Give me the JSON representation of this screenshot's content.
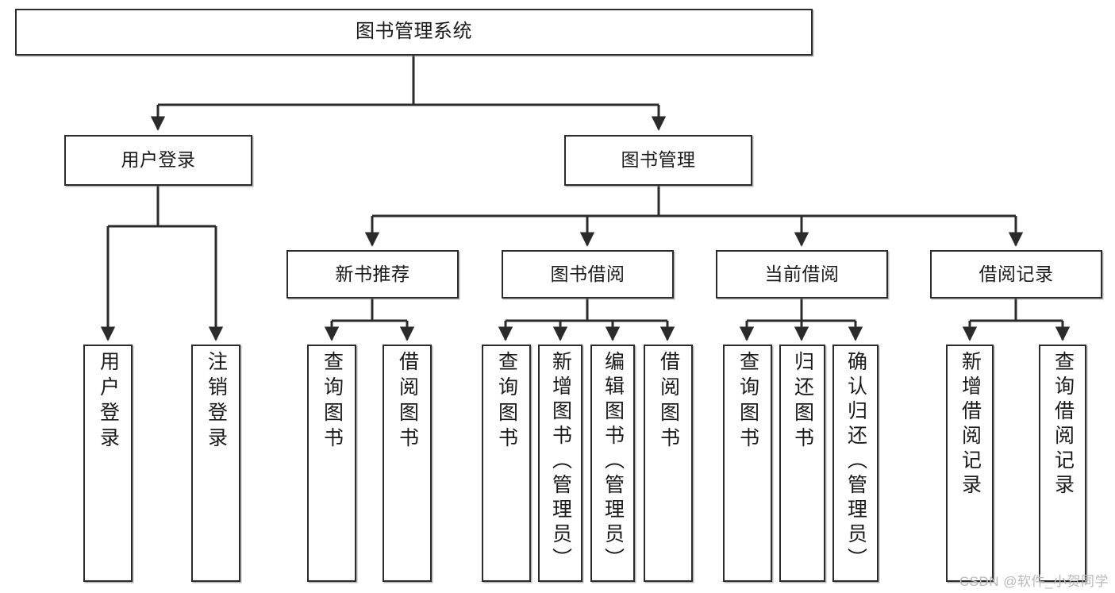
{
  "diagram": {
    "title": "图书管理系统",
    "type": "tree-hierarchy-diagram",
    "watermark": "CSDN @软件_小贺同学",
    "colors": {
      "box_border": "#2b2b2b",
      "box_fill": "#ffffff",
      "connector": "#2b2b2b",
      "text": "#1a1a1a",
      "watermark": "#b9b9b9"
    },
    "levels": {
      "root": {
        "label": "图书管理系统"
      },
      "level2": [
        {
          "label": "用户登录"
        },
        {
          "label": "图书管理"
        }
      ],
      "level3": [
        {
          "label": "新书推荐"
        },
        {
          "label": "图书借阅"
        },
        {
          "label": "当前借阅"
        },
        {
          "label": "借阅记录"
        }
      ],
      "leaves": {
        "user_login": [
          {
            "label": "用户登录"
          },
          {
            "label": "注销登录"
          }
        ],
        "new_book_recommend": [
          {
            "label": "查询图书"
          },
          {
            "label": "借阅图书"
          }
        ],
        "book_borrow": [
          {
            "label": "查询图书"
          },
          {
            "label": "新增图书（管理员）"
          },
          {
            "label": "编辑图书（管理员）"
          },
          {
            "label": "借阅图书"
          }
        ],
        "current_borrow": [
          {
            "label": "查询图书"
          },
          {
            "label": "归还图书"
          },
          {
            "label": "确认归还（管理员）"
          }
        ],
        "borrow_record": [
          {
            "label": "新增借阅记录"
          },
          {
            "label": "查询借阅记录"
          }
        ]
      }
    }
  }
}
